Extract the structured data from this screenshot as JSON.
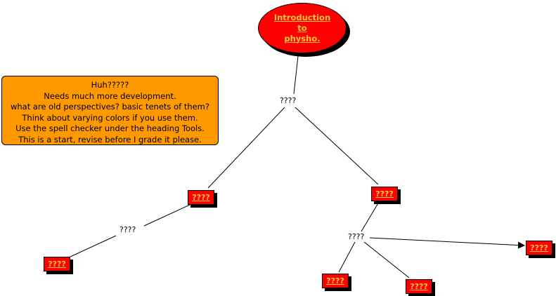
{
  "root": {
    "lines": [
      "Introduction ",
      "to",
      "physho."
    ]
  },
  "note": {
    "lines": [
      "Huh?????",
      "Needs much more development.",
      "what are old perspectives? basic tenets of them?",
      "Think about varying colors if you use them.",
      "Use the spell checker under the heading Tools.",
      "This is a start, revise before I grade it please."
    ]
  },
  "linking_phrases": [
    "????",
    "????",
    "????"
  ],
  "concepts": [
    "????",
    "????",
    "????",
    "????",
    "????",
    "????"
  ],
  "colors": {
    "concept_fill": "#ff0000",
    "concept_text": "#ffcc33",
    "note_fill": "#ff9900"
  }
}
